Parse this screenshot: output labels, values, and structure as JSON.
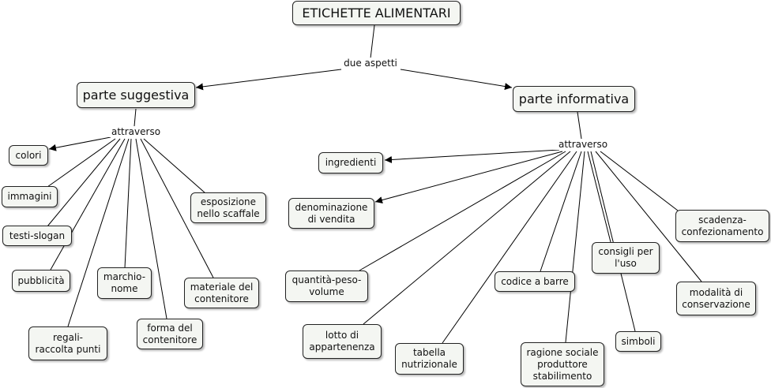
{
  "concepts": {
    "root": "ETICHETTE ALIMENTARI",
    "suggestiva": "parte suggestiva",
    "informativa": "parte informativa",
    "colori": "colori",
    "immagini": "immagini",
    "testi_slogan": "testi-slogan",
    "pubblicita": "pubblicità",
    "marchio_nome": "marchio-\nnome",
    "regali": "regali-\nraccolta punti",
    "forma": "forma del\ncontenitore",
    "materiale": "materiale del\ncontenitore",
    "esposizione": "esposizione\nnello scaffale",
    "ingredienti": "ingredienti",
    "denominazione": "denominazione\ndi vendita",
    "quantita": "quantità-peso-\nvolume",
    "lotto": "lotto di\nappartenenza",
    "tabella": "tabella\nnutrizionale",
    "codice": "codice a barre",
    "ragione": "ragione sociale\nproduttore\nstabilimento",
    "consigli": "consigli per\nl'uso",
    "simboli": "simboli",
    "scadenza": "scadenza-\nconfezionamento",
    "modalita": "modalità di\nconservazione"
  },
  "link_labels": {
    "due_aspetti": "due aspetti",
    "attraverso_sugg": "attraverso",
    "attraverso_info": "attraverso"
  }
}
